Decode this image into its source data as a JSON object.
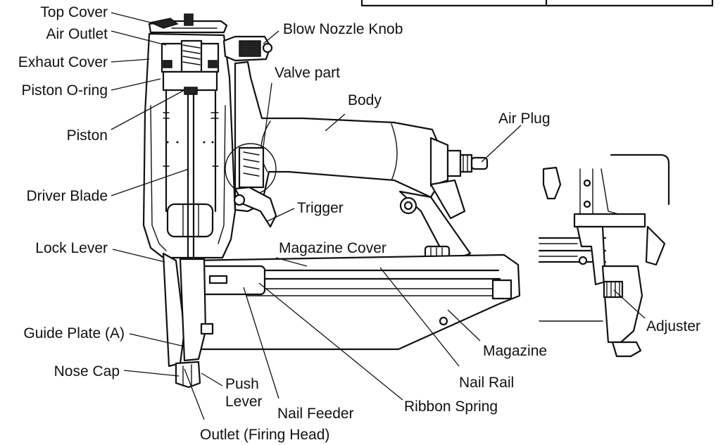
{
  "labels": {
    "top_cover": "Top Cover",
    "air_outlet": "Air Outlet",
    "exhaust_cover": "Exhaut Cover",
    "piston_oring": "Piston O-ring",
    "piston": "Piston",
    "driver_blade": "Driver Blade",
    "lock_lever": "Lock Lever",
    "guide_plate": "Guide Plate (A)",
    "nose_cap": "Nose Cap",
    "push_lever_1": "Push",
    "push_lever_2": "Lever",
    "outlet": "Outlet (Firing Head)",
    "nail_feeder": "Nail Feeder",
    "ribbon_spring": "Ribbon Spring",
    "nail_rail": "Nail Rail",
    "magazine": "Magazine",
    "magazine_cover": "Magazine Cover",
    "trigger": "Trigger",
    "valve_part": "Valve part",
    "body": "Body",
    "air_plug": "Air Plug",
    "blow_nozzle_knob": "Blow Nozzle Knob",
    "adjuster": "Adjuster"
  }
}
